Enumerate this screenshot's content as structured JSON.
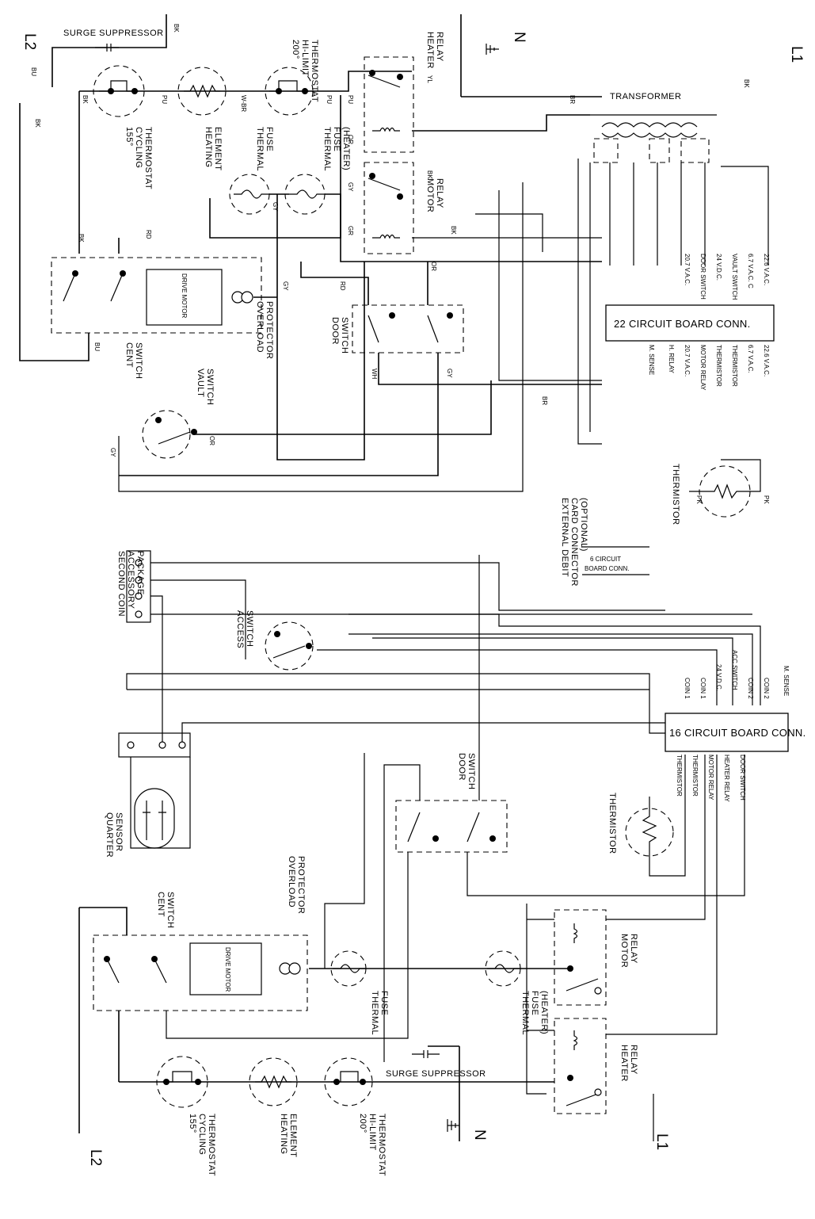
{
  "top_diagram": {
    "line_l2": "L2",
    "line_l1": "L1",
    "neutral": "N",
    "surge_suppressor": "SURGE SUPPRESSOR",
    "heater_relay": [
      "HEATER",
      "RELAY"
    ],
    "hi_limit": [
      "200°",
      "HI-LIMIT",
      "THERMOSTAT"
    ],
    "heating_element": [
      "HEATING",
      "ELEMENT"
    ],
    "cycling_thermostat": [
      "155°",
      "CYCLING",
      "THERMOSTAT"
    ],
    "thermal_fuse": [
      "THERMAL",
      "FUSE"
    ],
    "thermal_fuse_heater": [
      "THERMAL",
      "FUSE",
      "(HEATER)"
    ],
    "motor_relay": [
      "MOTOR",
      "RELAY"
    ],
    "transformer": "TRANSFORMER",
    "motor": "DRIVE MOTOR",
    "overload_protector": [
      "OVERLOAD",
      "PROTECTOR"
    ],
    "cent_switch": [
      "CENT",
      "SWITCH"
    ],
    "door_switch": [
      "DOOR",
      "SWITCH"
    ],
    "vault_switch": [
      "VAULT",
      "SWITCH"
    ],
    "thermistor": "THERMISTOR",
    "board": "22 CIRCUIT BOARD CONN.",
    "board_pins_top": [
      "22.6 V.A.C.",
      "6.7 V.A.C. C",
      "VAULT SWITCH",
      "24 V.D.C.",
      "DOOR SWITCH",
      "20.7 V.A.C."
    ],
    "board_pins_bottom": [
      "22.6 V.A.C.",
      "6.7 V.A.C.",
      "THERMISTOR",
      "THERMISTOR",
      "MOTOR RELAY",
      "20.7 V.A.C.",
      "H. RELAY",
      "M. SENSE"
    ],
    "wire_colors": {
      "bk": "BK",
      "bu": "BU",
      "pu": "PU",
      "yl": "YL",
      "or": "OR",
      "gy": "GY",
      "rd": "RD",
      "wh": "WH",
      "br": "BR",
      "pk": "PK",
      "gr": "GR",
      "wbr": "W-BR"
    }
  },
  "bottom_diagram": {
    "line_l2": "L2",
    "line_l1": "L1",
    "neutral": "N",
    "surge_suppressor": "SURGE SUPPRESSOR",
    "heater_relay": [
      "HEATER",
      "RELAY"
    ],
    "hi_limit": [
      "200°",
      "HI-LIMIT",
      "THERMOSTAT"
    ],
    "heating_element": [
      "HEATING",
      "ELEMENT"
    ],
    "cycling_thermostat": [
      "155°",
      "CYCLING",
      "THERMOSTAT"
    ],
    "thermal_fuse": [
      "THERMAL",
      "FUSE"
    ],
    "thermal_fuse_heater": [
      "THERMAL",
      "FUSE",
      "(HEATER)"
    ],
    "motor_relay": [
      "MOTOR",
      "RELAY"
    ],
    "motor": "DRIVE MOTOR",
    "overload_protector": [
      "OVERLOAD",
      "PROTECTOR"
    ],
    "cent_switch": [
      "CENT",
      "SWITCH"
    ],
    "door_switch": [
      "DOOR",
      "SWITCH"
    ],
    "access_switch": [
      "ACCESS",
      "SWITCH"
    ],
    "quarter_sensor": [
      "QUARTER",
      "SENSOR"
    ],
    "second_coin": [
      "SECOND COIN",
      "ACCESSORY",
      "PACKAGE"
    ],
    "external_card": [
      "EXTERNAL DEBIT",
      "CARD CONNECTOR",
      "(OPTIONAL)"
    ],
    "six_circuit": [
      "6 CIRCUIT",
      "BOARD CONN."
    ],
    "thermistor": "THERMISTOR",
    "board": "16 CIRCUIT BOARD CONN.",
    "board_pins_top": [
      "M. SENSE",
      "COIN 2",
      "COIN 2",
      "ACC SWITCH",
      "24 V.D.C.",
      "COIN 1",
      "COIN 1"
    ],
    "board_pins_bottom": [
      "DOOR SWITCH",
      "HEATER RELAY",
      "MOTOR RELAY",
      "THERMISTOR",
      "THERMISTOR"
    ]
  }
}
